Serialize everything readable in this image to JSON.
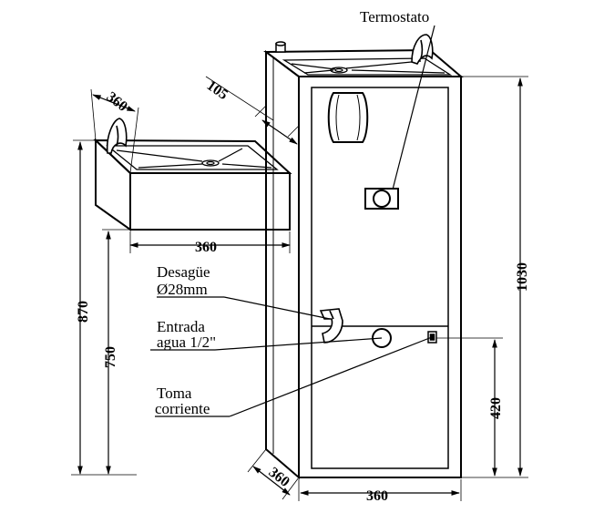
{
  "labels": {
    "termostato": "Termostato",
    "desague_l1": "Desagüe",
    "desague_l2": "Ø28mm",
    "entrada_l1": "Entrada",
    "entrada_l2": "agua 1/2\"",
    "toma_l1": "Toma",
    "toma_l2": "corriente"
  },
  "dimensions": {
    "basin_depth": "360",
    "basin_offset": "105",
    "basin_width": "360",
    "total_height_basin": "870",
    "under_basin_height": "750",
    "cabinet_height": "1030",
    "inlet_height": "420",
    "cabinet_depth": "360",
    "cabinet_width": "360"
  }
}
